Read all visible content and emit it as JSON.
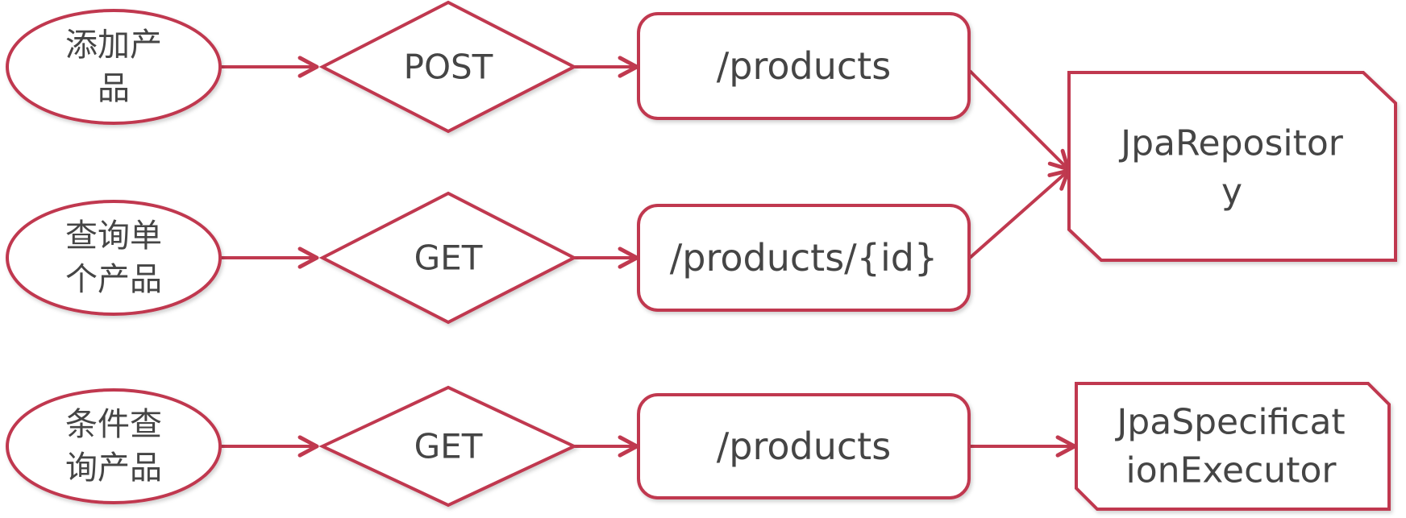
{
  "diagram": {
    "title": "",
    "colors": {
      "stroke": "#c0394f",
      "text": "#454545",
      "background": "#ffffff"
    },
    "rows": [
      {
        "action": {
          "lines": [
            "添加产",
            "品"
          ]
        },
        "method": "POST",
        "endpoint": "/products",
        "target": "repo_main"
      },
      {
        "action": {
          "lines": [
            "查询单",
            "个产品"
          ]
        },
        "method": "GET",
        "endpoint": "/products/{id}",
        "target": "repo_main"
      },
      {
        "action": {
          "lines": [
            "条件查",
            "询产品"
          ]
        },
        "method": "GET",
        "endpoint": "/products",
        "target": "repo_spec"
      }
    ],
    "targets": {
      "repo_main": {
        "lines": [
          "JpaRepositor",
          "y"
        ]
      },
      "repo_spec": {
        "lines": [
          "JpaSpecificat",
          "ionExecutor"
        ]
      }
    }
  }
}
